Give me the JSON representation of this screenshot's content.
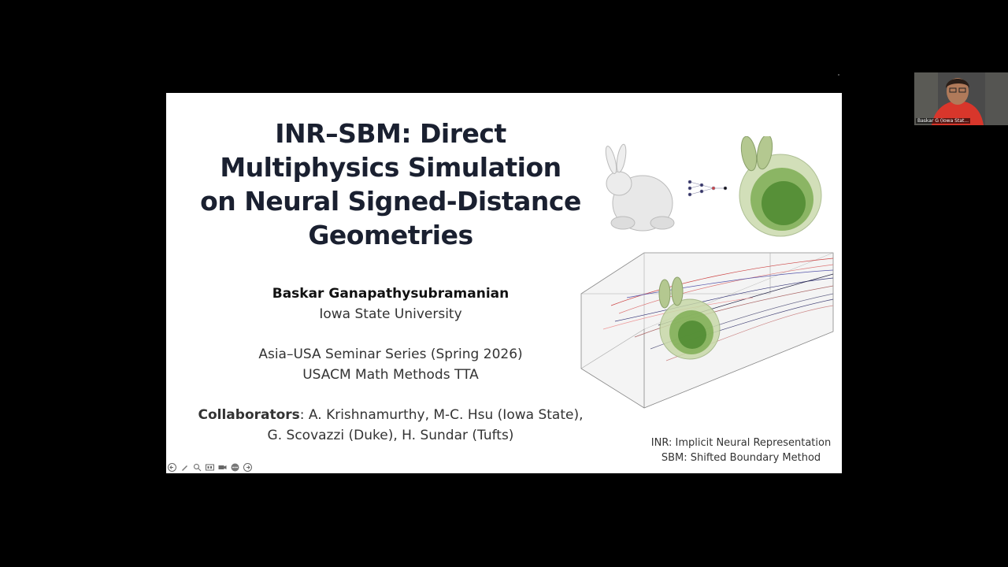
{
  "slide": {
    "title_lines": [
      "INR–SBM: Direct",
      "Multiphysics Simulation",
      "on Neural Signed-Distance",
      "Geometries"
    ],
    "author": "Baskar Ganapathysubramanian",
    "affiliation": "Iowa State University",
    "series_line1": "Asia–USA Seminar Series (Spring 2026)",
    "series_line2": "USACM Math Methods TTA",
    "collaborators_label": "Collaborators",
    "collaborators_line1": ": A. Krishnamurthy, M-C. Hsu (Iowa State),",
    "collaborators_line2": "G. Scovazzi (Duke), H. Sundar (Tufts)",
    "abbr_inr": "INR: Implicit Neural Representation",
    "abbr_sbm": "SBM: Shifted Boundary Method"
  },
  "toolbar": {
    "icons": [
      "back-arrow-icon",
      "pen-icon",
      "zoom-icon",
      "captions-icon",
      "camera-icon",
      "more-icon",
      "forward-arrow-icon"
    ]
  },
  "video": {
    "participant_name": "Baskar G (Iowa Stat..."
  },
  "colors": {
    "slide_bg": "#ffffff",
    "title": "#1a2030",
    "bunny_green": "#5a9a3a",
    "page_bg": "#000000"
  }
}
